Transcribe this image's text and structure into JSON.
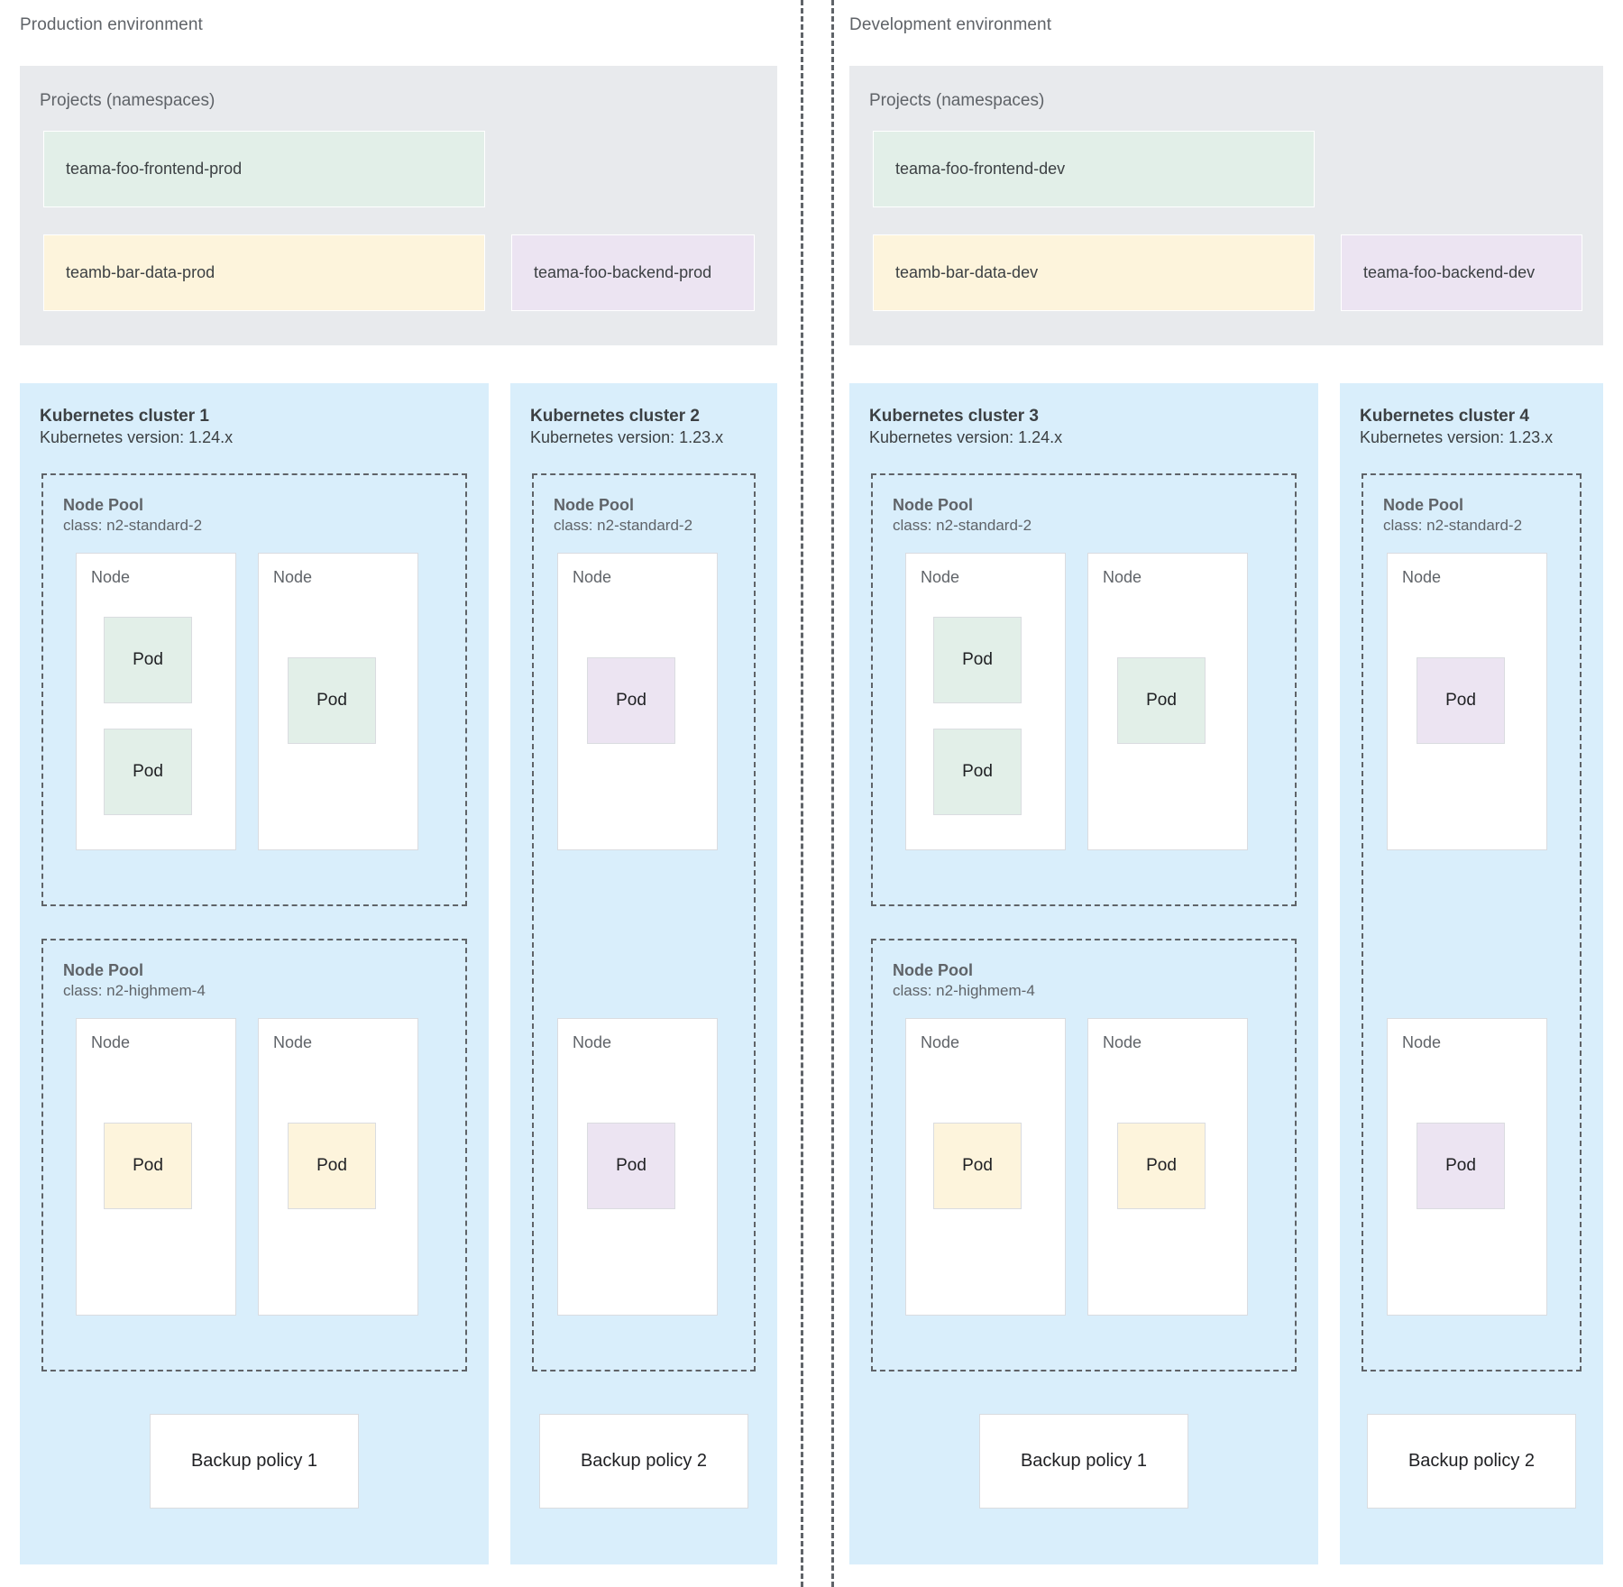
{
  "colors": {
    "cluster_bg": "#d9eefb",
    "namespace_panel_bg": "#e8eaed",
    "pod_green": "#e2efe8",
    "pod_yellow": "#fdf4dc",
    "pod_purple": "#ece4f2",
    "node_bg": "#ffffff",
    "border_gray": "#dadce0",
    "text_gray": "#5f6368",
    "text_dark": "#3c4043"
  },
  "environments": [
    {
      "title": "Production environment",
      "namespaces_panel": {
        "title": "Projects (namespaces)",
        "items": [
          {
            "label": "teama-foo-frontend-prod",
            "color": "green"
          },
          {
            "label": "teamb-bar-data-prod",
            "color": "yellow"
          },
          {
            "label": "teama-foo-backend-prod",
            "color": "purple"
          }
        ]
      },
      "clusters": [
        {
          "name": "Kubernetes cluster 1",
          "version": "Kubernetes version: 1.24.x",
          "node_pools": [
            {
              "title": "Node Pool",
              "class": "class: n2-standard-2",
              "nodes": [
                {
                  "label": "Node",
                  "pods": [
                    {
                      "label": "Pod",
                      "color": "green"
                    },
                    {
                      "label": "Pod",
                      "color": "green"
                    }
                  ]
                },
                {
                  "label": "Node",
                  "pods": [
                    {
                      "label": "Pod",
                      "color": "green"
                    }
                  ]
                }
              ]
            },
            {
              "title": "Node Pool",
              "class": "class: n2-highmem-4",
              "nodes": [
                {
                  "label": "Node",
                  "pods": [
                    {
                      "label": "Pod",
                      "color": "yellow"
                    }
                  ]
                },
                {
                  "label": "Node",
                  "pods": [
                    {
                      "label": "Pod",
                      "color": "yellow"
                    }
                  ]
                }
              ]
            }
          ],
          "backup_policy": "Backup policy 1"
        },
        {
          "name": "Kubernetes cluster 2",
          "version": "Kubernetes version: 1.23.x",
          "node_pools": [
            {
              "title": "Node Pool",
              "class": "class: n2-standard-2",
              "nodes": [
                {
                  "label": "Node",
                  "pods": [
                    {
                      "label": "Pod",
                      "color": "purple"
                    }
                  ]
                },
                {
                  "label": "Node",
                  "pods": [
                    {
                      "label": "Pod",
                      "color": "purple"
                    }
                  ]
                }
              ]
            }
          ],
          "backup_policy": "Backup policy 2"
        }
      ]
    },
    {
      "title": "Development environment",
      "namespaces_panel": {
        "title": "Projects (namespaces)",
        "items": [
          {
            "label": "teama-foo-frontend-dev",
            "color": "green"
          },
          {
            "label": "teamb-bar-data-dev",
            "color": "yellow"
          },
          {
            "label": "teama-foo-backend-dev",
            "color": "purple"
          }
        ]
      },
      "clusters": [
        {
          "name": "Kubernetes cluster 3",
          "version": "Kubernetes version: 1.24.x",
          "node_pools": [
            {
              "title": "Node Pool",
              "class": "class: n2-standard-2",
              "nodes": [
                {
                  "label": "Node",
                  "pods": [
                    {
                      "label": "Pod",
                      "color": "green"
                    },
                    {
                      "label": "Pod",
                      "color": "green"
                    }
                  ]
                },
                {
                  "label": "Node",
                  "pods": [
                    {
                      "label": "Pod",
                      "color": "green"
                    }
                  ]
                }
              ]
            },
            {
              "title": "Node Pool",
              "class": "class: n2-highmem-4",
              "nodes": [
                {
                  "label": "Node",
                  "pods": [
                    {
                      "label": "Pod",
                      "color": "yellow"
                    }
                  ]
                },
                {
                  "label": "Node",
                  "pods": [
                    {
                      "label": "Pod",
                      "color": "yellow"
                    }
                  ]
                }
              ]
            }
          ],
          "backup_policy": "Backup policy 1"
        },
        {
          "name": "Kubernetes cluster 4",
          "version": "Kubernetes version: 1.23.x",
          "node_pools": [
            {
              "title": "Node Pool",
              "class": "class: n2-standard-2",
              "nodes": [
                {
                  "label": "Node",
                  "pods": [
                    {
                      "label": "Pod",
                      "color": "purple"
                    }
                  ]
                },
                {
                  "label": "Node",
                  "pods": [
                    {
                      "label": "Pod",
                      "color": "purple"
                    }
                  ]
                }
              ]
            }
          ],
          "backup_policy": "Backup policy 2"
        }
      ]
    }
  ]
}
